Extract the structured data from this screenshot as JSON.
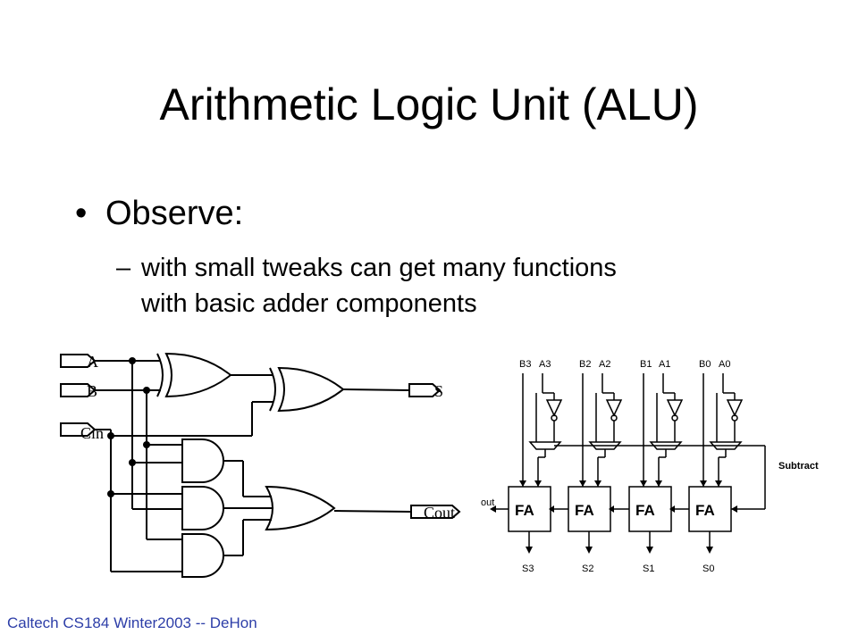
{
  "slide": {
    "title": "Arithmetic Logic Unit (ALU)",
    "bullet": "Observe:",
    "subbullet_line1": "with small tweaks can get many functions",
    "subbullet_line2": "with basic adder components",
    "footer": "Caltech CS184 Winter2003 -- DeHon"
  },
  "full_adder": {
    "input_a": "A",
    "input_b": "B",
    "input_cin": "Cin",
    "output_s": "S",
    "output_cout": "Cout"
  },
  "alu": {
    "inputs": [
      "B3",
      "A3",
      "B2",
      "A2",
      "B1",
      "A1",
      "B0",
      "A0"
    ],
    "adders": [
      "FA",
      "FA",
      "FA",
      "FA"
    ],
    "outputs": [
      "S3",
      "S2",
      "S1",
      "S0"
    ],
    "subtract_label": "Subtract",
    "carry_out_label": "out"
  }
}
